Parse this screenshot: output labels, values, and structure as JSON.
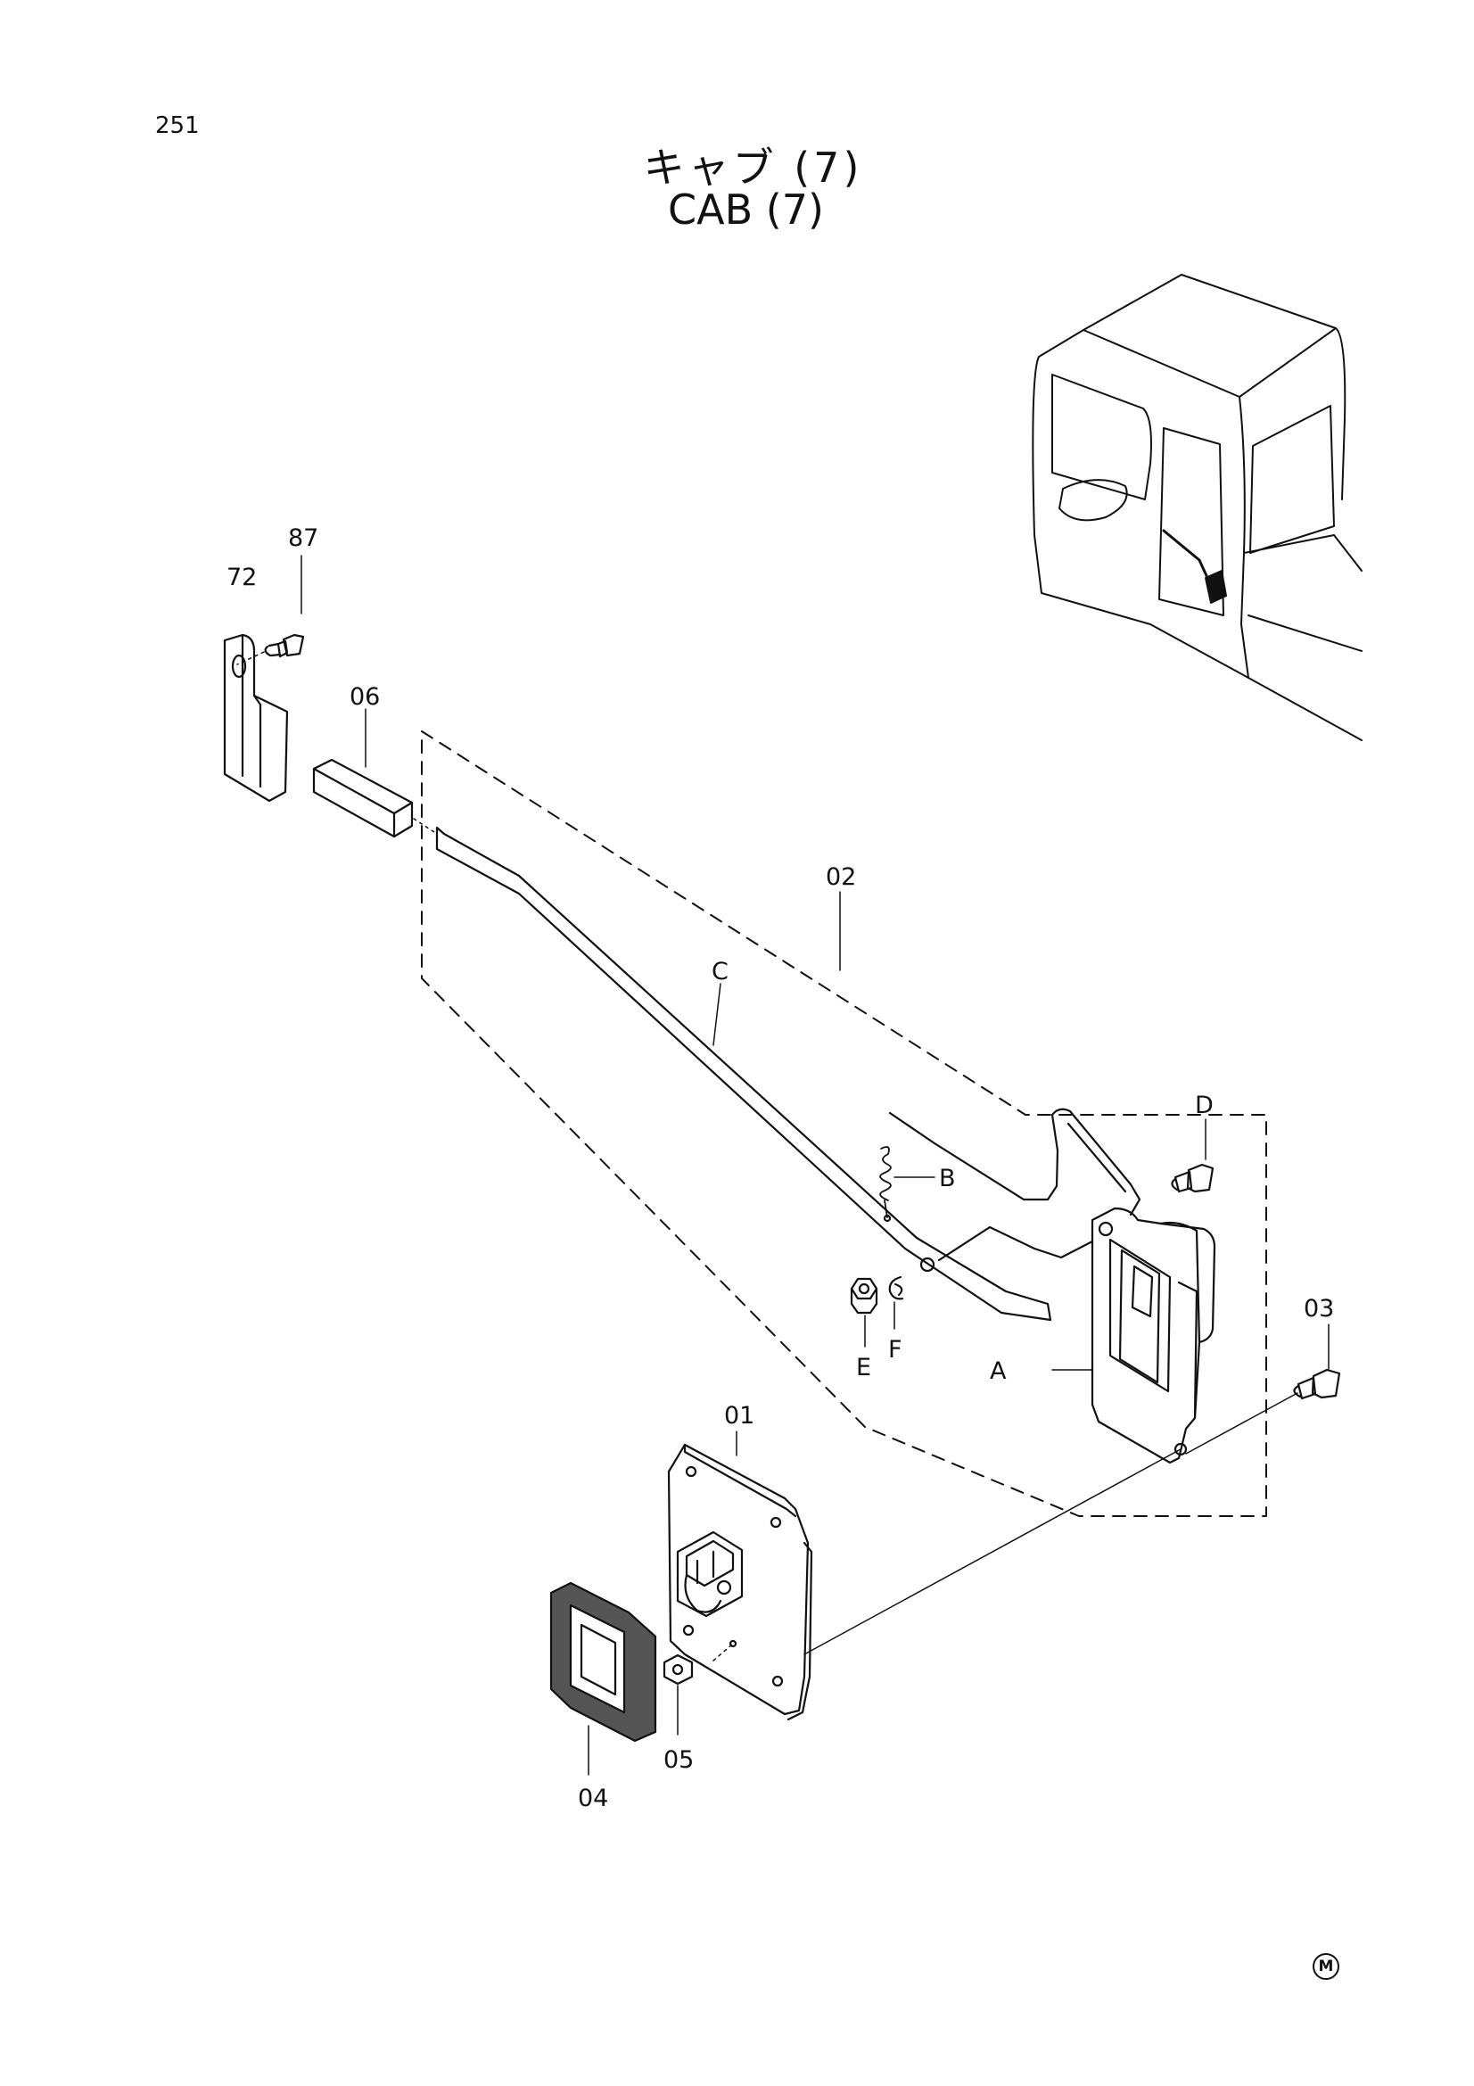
{
  "page": {
    "number": "251",
    "title_jp": "キャブ (7)",
    "title_en": "CAB (7)",
    "corner_mark": "M"
  },
  "callouts": {
    "c87": "87",
    "c72": "72",
    "c06": "06",
    "c02": "02",
    "cC": "C",
    "cB": "B",
    "cD": "D",
    "cE": "E",
    "cF": "F",
    "cA": "A",
    "c03": "03",
    "c01": "01",
    "c05": "05",
    "c04": "04"
  },
  "colors": {
    "ink": "#111111",
    "paper": "#ffffff"
  }
}
